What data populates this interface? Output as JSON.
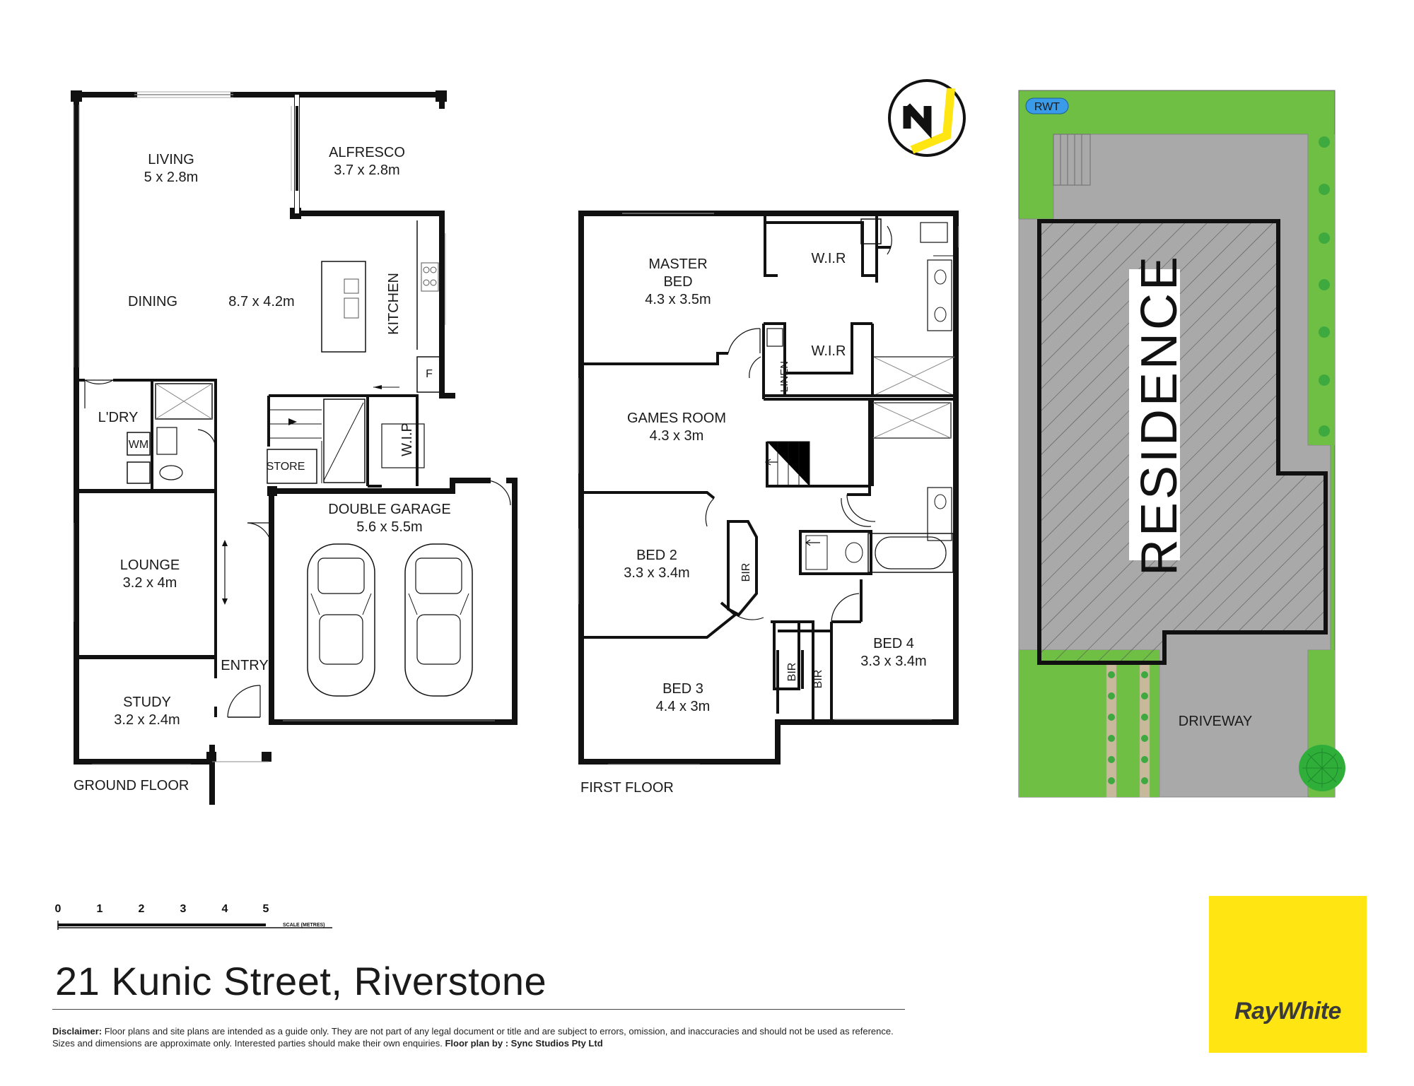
{
  "address": "21 Kunic Street, Riverstone",
  "floors": {
    "ground": {
      "label": "GROUND FLOOR",
      "rooms": {
        "living": {
          "name": "LIVING",
          "dims": "5 x 2.8m"
        },
        "alfresco": {
          "name": "ALFRESCO",
          "dims": "3.7 x 2.8m"
        },
        "dining": {
          "name": "DINING",
          "dims": "8.7 x 4.2m"
        },
        "kitchen": {
          "name": "KITCHEN"
        },
        "fridge": {
          "name": "F"
        },
        "laundry": {
          "name": "L'DRY"
        },
        "wm": {
          "name": "WM"
        },
        "wip": {
          "name": "W.I.P"
        },
        "store": {
          "name": "STORE"
        },
        "garage": {
          "name": "DOUBLE GARAGE",
          "dims": "5.6 x 5.5m"
        },
        "lounge": {
          "name": "LOUNGE",
          "dims": "3.2 x 4m"
        },
        "entry": {
          "name": "ENTRY"
        },
        "study": {
          "name": "STUDY",
          "dims": "3.2 x 2.4m"
        }
      }
    },
    "first": {
      "label": "FIRST FLOOR",
      "rooms": {
        "master": {
          "name1": "MASTER",
          "name2": "BED",
          "dims": "4.3 x 3.5m"
        },
        "wir1": {
          "name": "W.I.R"
        },
        "wir2": {
          "name": "W.I.R"
        },
        "linen": {
          "name": "LINEN"
        },
        "games": {
          "name": "GAMES ROOM",
          "dims": "4.3 x 3m"
        },
        "bed2": {
          "name": "BED 2",
          "dims": "3.3 x 3.4m"
        },
        "bir1": {
          "name": "BIR"
        },
        "bed3": {
          "name": "BED 3",
          "dims": "4.4 x 3m"
        },
        "bir2": {
          "name": "BIR"
        },
        "bir3": {
          "name": "BIR"
        },
        "bed4": {
          "name": "BED 4",
          "dims": "3.3 x 3.4m"
        }
      }
    }
  },
  "site": {
    "rwt": "RWT",
    "residence": "RESIDENCE",
    "driveway": "DRIVEWAY"
  },
  "scale": {
    "ticks": [
      "0",
      "1",
      "2",
      "3",
      "4",
      "5"
    ],
    "caption": "SCALE (METRES)"
  },
  "disclaimer": {
    "heading": "Disclaimer:",
    "body": "Floor plans and site plans are intended as a guide only. They are not part of any legal document or title and are subject to errors, omission, and inaccuracies and should not be used as reference. Sizes and dimensions are approximate only. Interested parties should make their own enquiries.",
    "credit": "Floor plan by : Sync Studios Pty Ltd"
  },
  "brand": {
    "name": "RayWhite",
    "color": "#ffe512"
  },
  "compass": {
    "icon": "north-compass-icon",
    "accent": "#ffe512"
  },
  "colors": {
    "lawn": "#6fbf44",
    "paving": "#a9a9a9",
    "wall": "#111111"
  }
}
